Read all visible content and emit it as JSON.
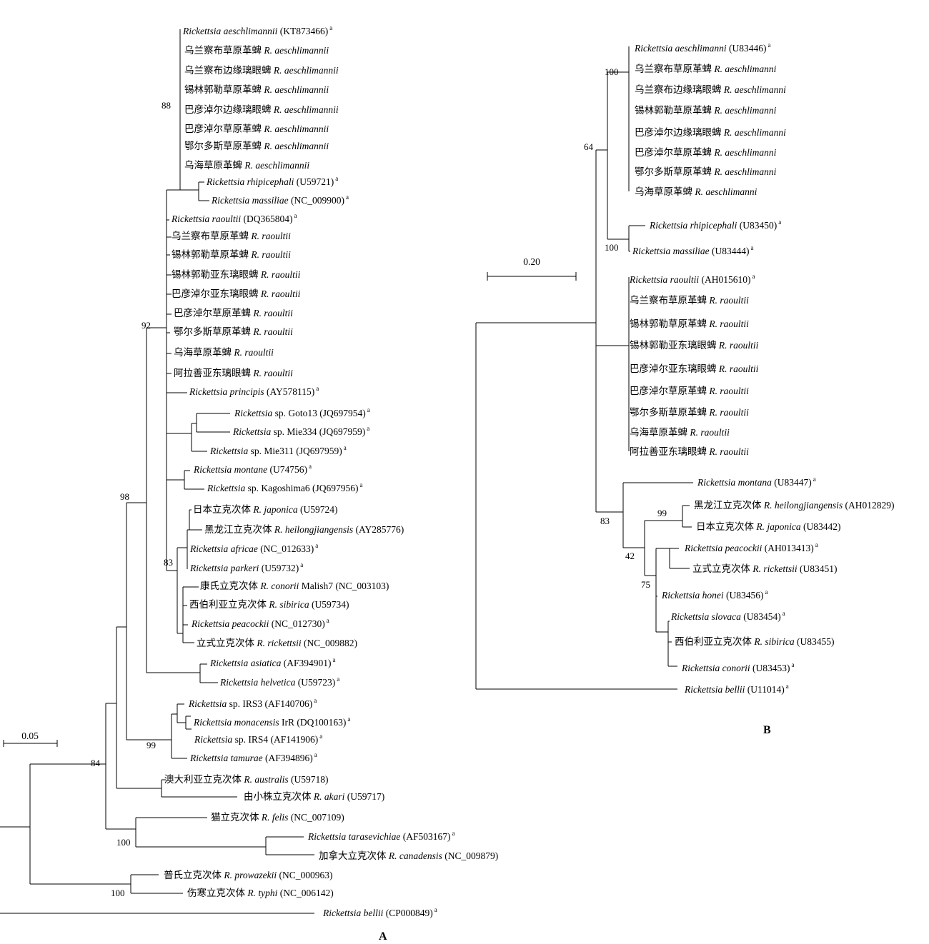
{
  "figure": {
    "panel_a": {
      "label": "A",
      "scale_label": "0.05",
      "bootstrap": {
        "root_84": "84",
        "raoultii_92": "92",
        "main_98": "98",
        "aeschlimannii_88": "88",
        "japonica_83": "83",
        "irs_99": "99",
        "felis_100": "100",
        "typhus_100": "100"
      },
      "leaves": [
        {
          "pre": "",
          "it": "Rickettsia aeschlimannii",
          "post": " (KT873466)",
          "sup": "a"
        },
        {
          "pre": "乌兰察布草原革蜱 ",
          "it": "R. aeschlimannii",
          "post": "",
          "sup": ""
        },
        {
          "pre": "乌兰察布边缘璃眼蜱 ",
          "it": "R. aeschlimannii",
          "post": "",
          "sup": ""
        },
        {
          "pre": "锡林郭勒草原革蜱 ",
          "it": "R. aeschlimannii",
          "post": "",
          "sup": ""
        },
        {
          "pre": "巴彦淖尔边缘璃眼蜱 ",
          "it": "R. aeschlimannii",
          "post": "",
          "sup": ""
        },
        {
          "pre": "巴彦淖尔草原革蜱 ",
          "it": "R. aeschlimannii",
          "post": "",
          "sup": ""
        },
        {
          "pre": "鄂尔多斯草原革蜱 ",
          "it": "R. aeschlimannii",
          "post": "",
          "sup": ""
        },
        {
          "pre": "乌海草原革蜱 ",
          "it": "R. aeschlimannii",
          "post": "",
          "sup": ""
        },
        {
          "pre": "",
          "it": "Rickettsia rhipicephali",
          "post": " (U59721)",
          "sup": "a"
        },
        {
          "pre": "",
          "it": "Rickettsia massiliae",
          "post": " (NC_009900)",
          "sup": "a"
        },
        {
          "pre": "",
          "it": "Rickettsia raoultii",
          "post": " (DQ365804)",
          "sup": "a"
        },
        {
          "pre": "乌兰察布草原革蜱 ",
          "it": "R. raoultii",
          "post": "",
          "sup": ""
        },
        {
          "pre": "锡林郭勒草原革蜱 ",
          "it": "R. raoultii",
          "post": "",
          "sup": ""
        },
        {
          "pre": "锡林郭勒亚东璃眼蜱 ",
          "it": "R. raoultii",
          "post": "",
          "sup": ""
        },
        {
          "pre": "巴彦淖尔亚东璃眼蜱 ",
          "it": "R. raoultii",
          "post": "",
          "sup": ""
        },
        {
          "pre": "巴彦淖尔草原革蜱 ",
          "it": "R. raoultii",
          "post": "",
          "sup": ""
        },
        {
          "pre": "鄂尔多斯草原革蜱 ",
          "it": "R. raoultii",
          "post": "",
          "sup": ""
        },
        {
          "pre": "乌海草原革蜱 ",
          "it": "R. raoultii",
          "post": "",
          "sup": ""
        },
        {
          "pre": "阿拉善亚东璃眼蜱 ",
          "it": "R. raoultii",
          "post": "",
          "sup": ""
        },
        {
          "pre": "",
          "it": "Rickettsia principis",
          "post": " (AY578115)",
          "sup": "a"
        },
        {
          "pre": "",
          "it": "Rickettsia",
          "post": " sp. Goto13 (JQ697954)",
          "sup": "a"
        },
        {
          "pre": "",
          "it": "Rickettsia",
          "post": " sp. Mie334 (JQ697959)",
          "sup": "a"
        },
        {
          "pre": "",
          "it": "Rickettsia",
          "post": " sp. Mie311 (JQ697959)",
          "sup": "a"
        },
        {
          "pre": "",
          "it": "Rickettsia montane",
          "post": " (U74756)",
          "sup": "a"
        },
        {
          "pre": "",
          "it": "Rickettsia",
          "post": " sp. Kagoshima6 (JQ697956)",
          "sup": "a"
        },
        {
          "pre": "日本立克次体 ",
          "it": "R. japonica",
          "post": " (U59724)",
          "sup": ""
        },
        {
          "pre": "黑龙江立克次体 ",
          "it": "R. heilongjiangensis",
          "post": " (AY285776)",
          "sup": ""
        },
        {
          "pre": "",
          "it": "Rickettsia africae",
          "post": " (NC_012633)",
          "sup": "a"
        },
        {
          "pre": "",
          "it": "Rickettsia parkeri",
          "post": " (U59732)",
          "sup": "a"
        },
        {
          "pre": "康氏立克次体 ",
          "it": "R. conorii",
          "post": " Malish7 (NC_003103)",
          "sup": ""
        },
        {
          "pre": "西伯利亚立克次体 ",
          "it": "R. sibirica",
          "post": " (U59734)",
          "sup": ""
        },
        {
          "pre": "",
          "it": "Rickettsia peacockii",
          "post": " (NC_012730)",
          "sup": "a"
        },
        {
          "pre": "立式立克次体 ",
          "it": "R. rickettsii",
          "post": " (NC_009882)",
          "sup": ""
        },
        {
          "pre": "",
          "it": "Rickettsia asiatica",
          "post": " (AF394901)",
          "sup": "a"
        },
        {
          "pre": "",
          "it": "Rickettsia helvetica",
          "post": " (U59723)",
          "sup": "a"
        },
        {
          "pre": "",
          "it": "Rickettsia",
          "post": " sp. IRS3 (AF140706)",
          "sup": "a"
        },
        {
          "pre": "",
          "it": "Rickettsia monacensis",
          "post": " IrR (DQ100163)",
          "sup": "a"
        },
        {
          "pre": "",
          "it": "Rickettsia",
          "post": " sp. IRS4 (AF141906)",
          "sup": "a"
        },
        {
          "pre": "",
          "it": "Rickettsia tamurae",
          "post": " (AF394896)",
          "sup": "a"
        },
        {
          "pre": "澳大利亚立克次体 ",
          "it": "R. australis",
          "post": " (U59718)",
          "sup": ""
        },
        {
          "pre": "由小株立克次体 ",
          "it": "R. akari",
          "post": " (U59717)",
          "sup": ""
        },
        {
          "pre": "猫立克次体 ",
          "it": "R. felis",
          "post": " (NC_007109)",
          "sup": ""
        },
        {
          "pre": "",
          "it": "Rickettsia tarasevichiae",
          "post": " (AF503167)",
          "sup": "a"
        },
        {
          "pre": "加拿大立克次体 ",
          "it": "R. canadensis",
          "post": " (NC_009879)",
          "sup": ""
        },
        {
          "pre": "普氏立克次体 ",
          "it": "R. prowazekii",
          "post": " (NC_000963)",
          "sup": ""
        },
        {
          "pre": "伤寒立克次体 ",
          "it": "R. typhi",
          "post": " (NC_006142)",
          "sup": ""
        },
        {
          "pre": "",
          "it": "Rickettsia bellii",
          "post": " (CP000849)",
          "sup": "a"
        }
      ]
    },
    "panel_b": {
      "label": "B",
      "scale_label": "0.20",
      "bootstrap": {
        "aeschlimanni_100": "100",
        "spotted_64": "64",
        "massiliae_100": "100",
        "montana_83": "83",
        "japonica_99": "99",
        "group_42": "42",
        "group_75": "75"
      },
      "leaves": [
        {
          "pre": "",
          "it": "Rickettsia aeschlimanni",
          "post": " (U83446)",
          "sup": "a"
        },
        {
          "pre": "乌兰察布草原革蜱 ",
          "it": "R. aeschlimanni",
          "post": "",
          "sup": ""
        },
        {
          "pre": "乌兰察布边缘璃眼蜱 ",
          "it": "R. aeschlimanni",
          "post": "",
          "sup": ""
        },
        {
          "pre": "锡林郭勒草原革蜱 ",
          "it": "R. aeschlimanni",
          "post": "",
          "sup": ""
        },
        {
          "pre": "巴彦淖尔边缘璃眼蜱 ",
          "it": "R. aeschlimanni",
          "post": "",
          "sup": ""
        },
        {
          "pre": "巴彦淖尔草原革蜱 ",
          "it": "R. aeschlimanni",
          "post": "",
          "sup": ""
        },
        {
          "pre": "鄂尔多斯草原革蜱 ",
          "it": "R. aeschlimanni",
          "post": "",
          "sup": ""
        },
        {
          "pre": "乌海草原革蜱 ",
          "it": "R. aeschlimanni",
          "post": "",
          "sup": ""
        },
        {
          "pre": "",
          "it": "Rickettsia rhipicephali",
          "post": " (U83450)",
          "sup": "a"
        },
        {
          "pre": "",
          "it": "Rickettsia massiliae",
          "post": " (U83444)",
          "sup": "a"
        },
        {
          "pre": "",
          "it": "Rickettsia raoultii",
          "post": " (AH015610)",
          "sup": "a"
        },
        {
          "pre": "乌兰察布草原革蜱 ",
          "it": "R. raoultii",
          "post": "",
          "sup": ""
        },
        {
          "pre": "锡林郭勒草原革蜱 ",
          "it": "R. raoultii",
          "post": "",
          "sup": ""
        },
        {
          "pre": "锡林郭勒亚东璃眼蜱 ",
          "it": "R. raoultii",
          "post": "",
          "sup": ""
        },
        {
          "pre": "巴彦淖尔亚东璃眼蜱 ",
          "it": "R. raoultii",
          "post": "",
          "sup": ""
        },
        {
          "pre": "巴彦淖尔草原革蜱 ",
          "it": "R. raoultii",
          "post": "",
          "sup": ""
        },
        {
          "pre": "鄂尔多斯草原革蜱 ",
          "it": "R. raoultii",
          "post": "",
          "sup": ""
        },
        {
          "pre": "乌海草原革蜱 ",
          "it": "R. raoultii",
          "post": "",
          "sup": ""
        },
        {
          "pre": "阿拉善亚东璃眼蜱 ",
          "it": "R. raoultii",
          "post": "",
          "sup": ""
        },
        {
          "pre": "",
          "it": "Rickettsia montana",
          "post": " (U83447)",
          "sup": "a"
        },
        {
          "pre": "黑龙江立克次体 ",
          "it": "R. heilongjiangensis",
          "post": " (AH012829)",
          "sup": ""
        },
        {
          "pre": "日本立克次体 ",
          "it": "R. japonica",
          "post": " (U83442)",
          "sup": ""
        },
        {
          "pre": "",
          "it": "Rickettsia peacockii",
          "post": " (AH013413)",
          "sup": "a"
        },
        {
          "pre": "立式立克次体 ",
          "it": "R. rickettsii",
          "post": " (U83451)",
          "sup": ""
        },
        {
          "pre": "",
          "it": "Rickettsia honei",
          "post": " (U83456)",
          "sup": "a"
        },
        {
          "pre": "",
          "it": "Rickettsia slovaca",
          "post": " (U83454)",
          "sup": "a"
        },
        {
          "pre": "西伯利亚立克次体 ",
          "it": "R. sibirica",
          "post": " (U83455)",
          "sup": ""
        },
        {
          "pre": "",
          "it": "Rickettsia conorii",
          "post": " (U83453)",
          "sup": "a"
        },
        {
          "pre": "",
          "it": "Rickettsia bellii",
          "post": " (U11014)",
          "sup": "a"
        }
      ]
    }
  }
}
